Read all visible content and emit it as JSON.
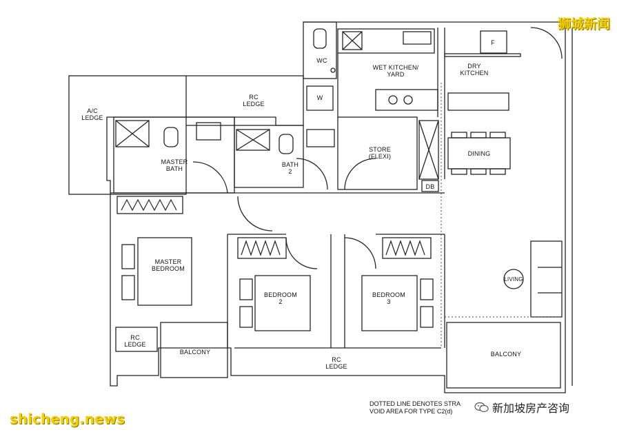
{
  "rooms": {
    "ac_ledge": "A/C\nLEDGE",
    "rc_ledge_top": "RC\nLEDGE",
    "wc": "WC",
    "w": "W",
    "wet_kitchen": "WET KITCHEN/\nYARD",
    "fridge": "F",
    "dry_kitchen": "DRY\nKITCHEN",
    "master_bath": "MASTER\nBATH",
    "bath2": "BATH\n2",
    "store": "STORE\n(FLEXI)",
    "db": "DB",
    "dining": "DINING",
    "master_bedroom": "MASTER\nBEDROOM",
    "bedroom2": "BEDROOM\n2",
    "bedroom3": "BEDROOM\n3",
    "living": "LIVING",
    "rc_ledge_left": "RC\nLEDGE",
    "balcony_left": "BALCONY",
    "rc_ledge_bottom": "RC\nLEDGE",
    "balcony_right": "BALCONY"
  },
  "note": "DOTTED LINE DENOTES STRA\nVOID AREA FOR TYPE C2(d)",
  "watermark_top": "狮城新闻",
  "watermark_bottom": "shicheng.news",
  "wechat_label": "新加坡房产咨询",
  "icons": [
    "wechat-icon"
  ],
  "colors": {
    "watermark": "#f4d000",
    "lines": "#222222"
  }
}
